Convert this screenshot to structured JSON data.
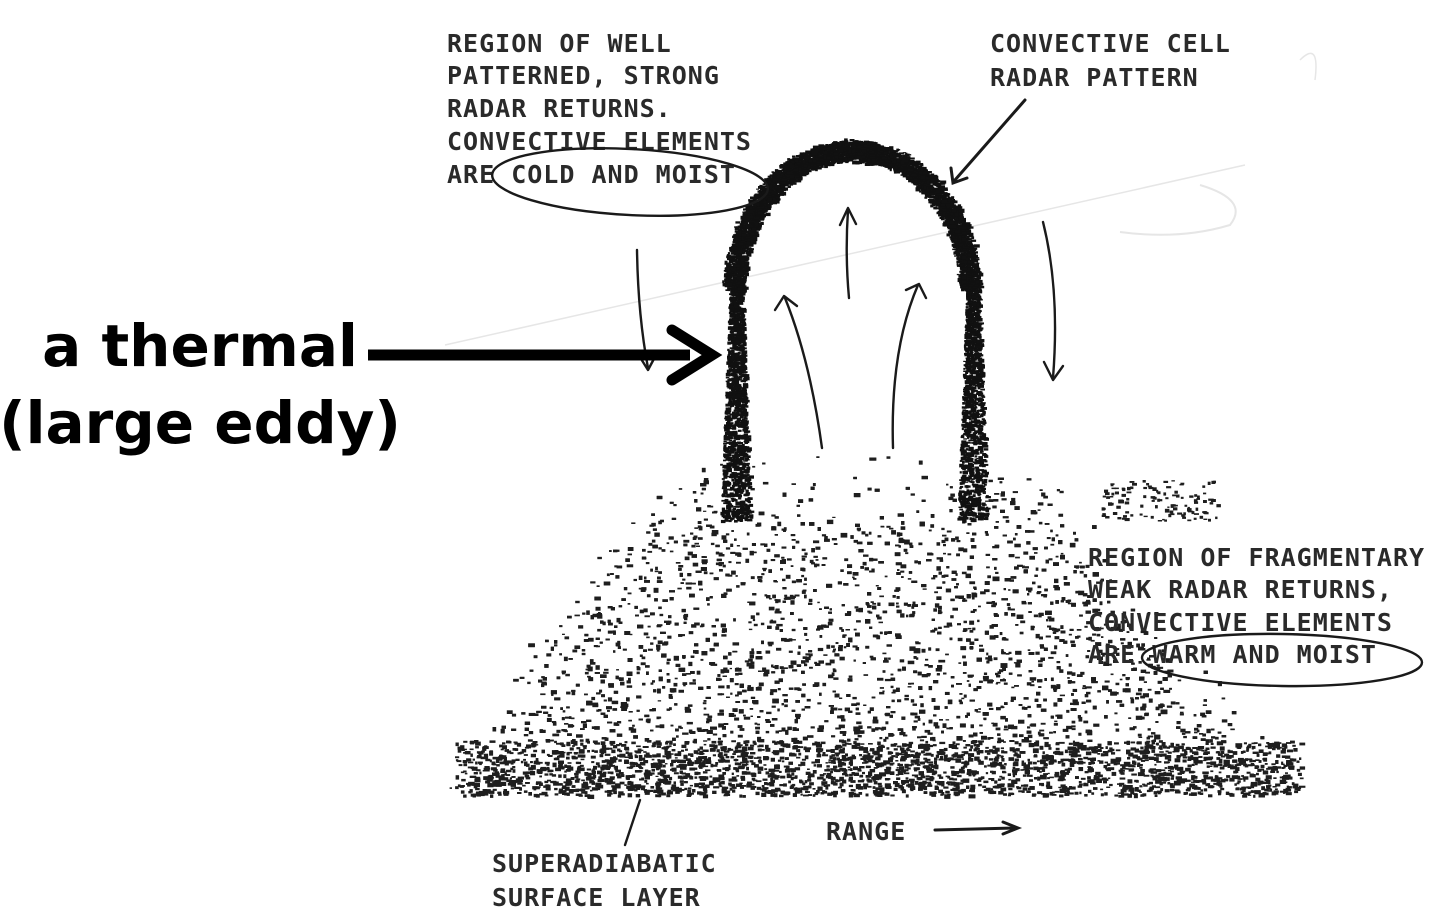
{
  "callout": {
    "line1": "a thermal",
    "line2": "(large eddy)"
  },
  "labels": {
    "strong_region": [
      "REGION OF WELL",
      "PATTERNED, STRONG",
      "RADAR RETURNS.",
      "CONVECTIVE ELEMENTS",
      "ARE COLD AND MOIST"
    ],
    "convective_cell": [
      "CONVECTIVE CELL",
      "RADAR PATTERN"
    ],
    "weak_region": [
      "REGION OF FRAGMENTARY",
      "WEAK RADAR RETURNS,",
      "CONVECTIVE ELEMENTS",
      "ARE WARM AND MOIST"
    ],
    "range": "RANGE",
    "surface_layer": [
      "SUPERADIABATIC",
      "SURFACE LAYER"
    ]
  },
  "colors": {
    "ink": "#1a1a1a",
    "callout_ink": "#000000",
    "paper": "#ffffff"
  }
}
